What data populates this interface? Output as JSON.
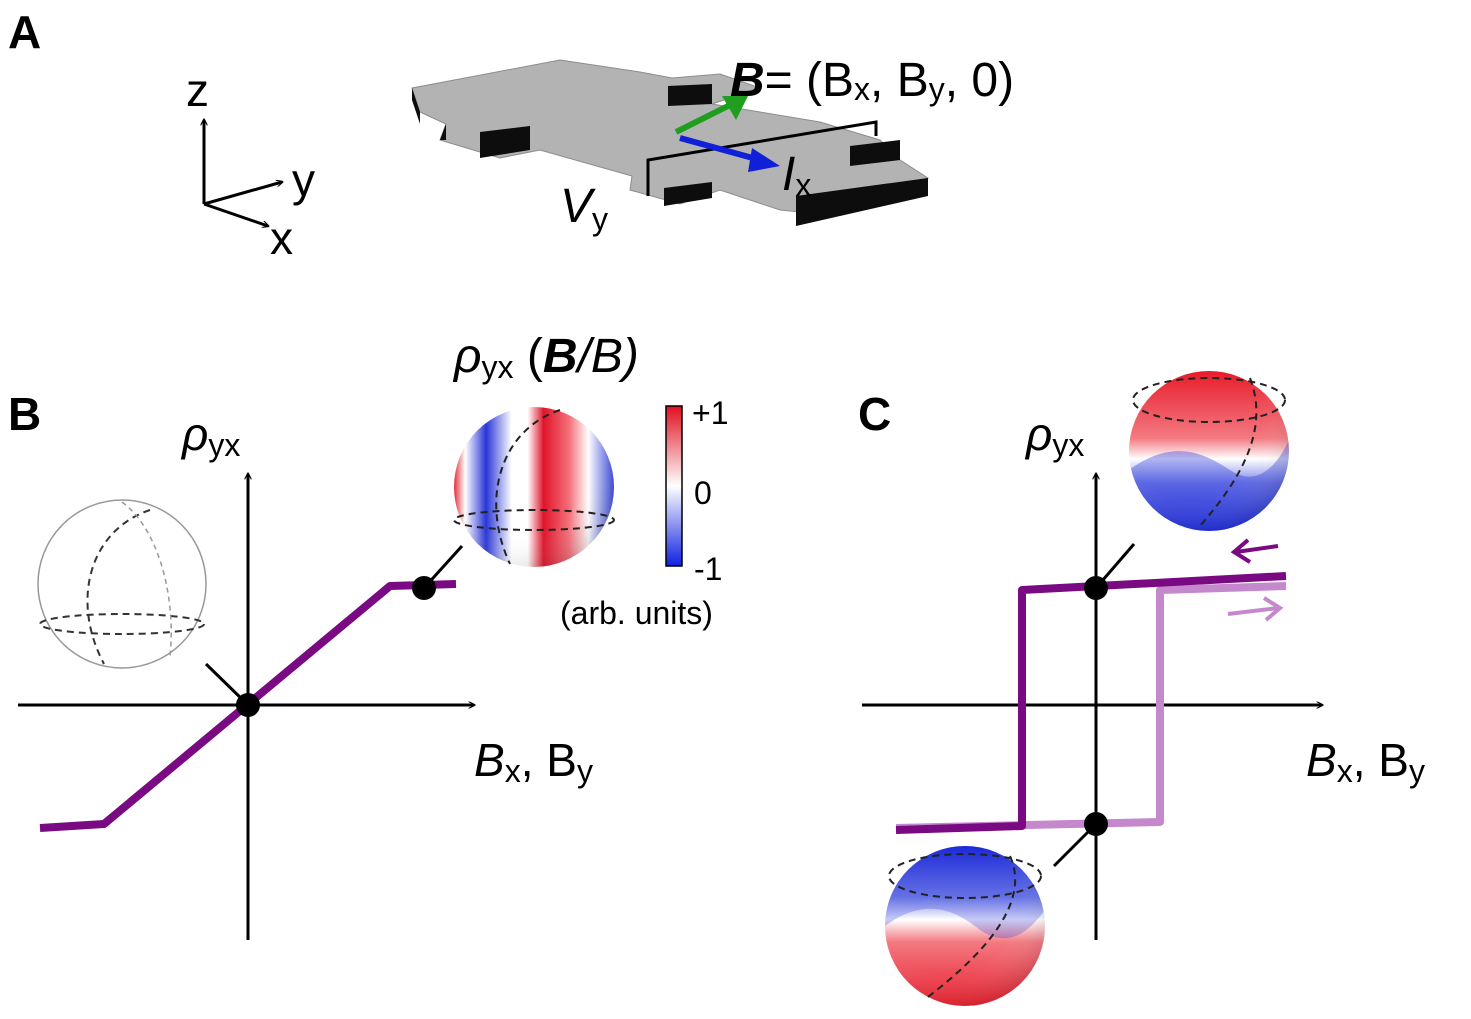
{
  "panels": {
    "a": "A",
    "b": "B",
    "c": "C"
  },
  "axes3d": {
    "z": "z",
    "y": "y",
    "x": "x"
  },
  "device": {
    "field_symbol": "B",
    "field_value": "= (B",
    "field_x": "x",
    "field_sep": ", B",
    "field_y": "y",
    "field_end": ", 0)",
    "current_symbol": "I",
    "current_sub": "x",
    "voltage_symbol": "V",
    "voltage_sub": "y"
  },
  "panel_b": {
    "y_axis_symbol": "ρ",
    "y_axis_sub": "yx",
    "x_axis_label": {
      "b1": "B",
      "s1": "x",
      "sep": ", B",
      "s2": "y"
    },
    "map_title": {
      "rho": "ρ",
      "sub": "yx",
      "open": " (",
      "bold_b": "B",
      "rest": "/B)"
    },
    "colorbar": {
      "max": "+1",
      "mid": "0",
      "min": "-1",
      "unit": "(arb. units)"
    }
  },
  "panel_c": {
    "y_axis_symbol": "ρ",
    "y_axis_sub": "yx",
    "x_axis_label": {
      "b1": "B",
      "s1": "x",
      "sep": ", B",
      "s2": "y"
    }
  },
  "colors": {
    "purple_dark": "#7a0a82",
    "purple_light": "#c688cc",
    "green_arrow": "#1f9e1f",
    "blue_arrow": "#1020d8",
    "device_top": "#b3b3b3",
    "device_side": "#0d0d0d"
  }
}
